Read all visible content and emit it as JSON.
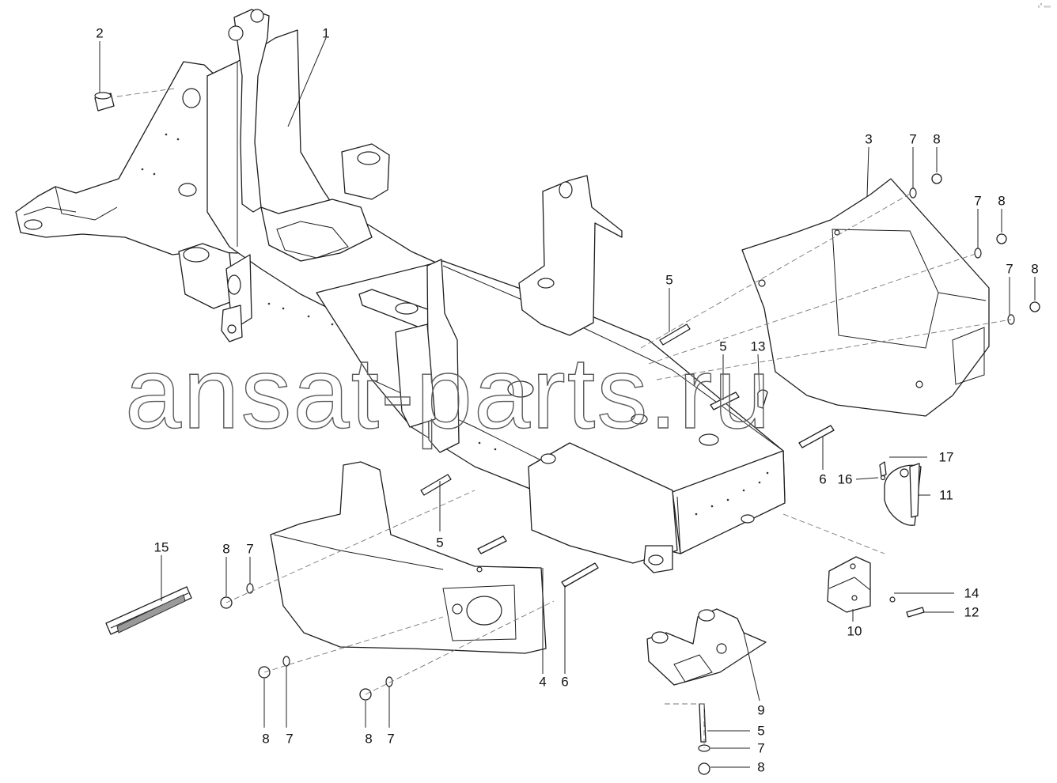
{
  "corner_mark": "₀⁰ ₀₀₀",
  "watermark": "ansat-parts.ru",
  "callouts": [
    {
      "id": "c-1",
      "label": "1"
    },
    {
      "id": "c-2",
      "label": "2"
    },
    {
      "id": "c-3",
      "label": "3"
    },
    {
      "id": "c-7a",
      "label": "7"
    },
    {
      "id": "c-8a",
      "label": "8"
    },
    {
      "id": "c-7b",
      "label": "7"
    },
    {
      "id": "c-8b",
      "label": "8"
    },
    {
      "id": "c-7c",
      "label": "7"
    },
    {
      "id": "c-8c",
      "label": "8"
    },
    {
      "id": "c-5a",
      "label": "5"
    },
    {
      "id": "c-5b",
      "label": "5"
    },
    {
      "id": "c-13",
      "label": "13"
    },
    {
      "id": "c-6a",
      "label": "6"
    },
    {
      "id": "c-17",
      "label": "17"
    },
    {
      "id": "c-16",
      "label": "16"
    },
    {
      "id": "c-11",
      "label": "11"
    },
    {
      "id": "c-15",
      "label": "15"
    },
    {
      "id": "c-8d",
      "label": "8"
    },
    {
      "id": "c-7d",
      "label": "7"
    },
    {
      "id": "c-5c",
      "label": "5"
    },
    {
      "id": "c-14",
      "label": "14"
    },
    {
      "id": "c-12",
      "label": "12"
    },
    {
      "id": "c-10",
      "label": "10"
    },
    {
      "id": "c-4",
      "label": "4"
    },
    {
      "id": "c-6b",
      "label": "6"
    },
    {
      "id": "c-9",
      "label": "9"
    },
    {
      "id": "c-8e",
      "label": "8"
    },
    {
      "id": "c-7e",
      "label": "7"
    },
    {
      "id": "c-8f",
      "label": "8"
    },
    {
      "id": "c-7f",
      "label": "7"
    },
    {
      "id": "c-5d",
      "label": "5"
    },
    {
      "id": "c-7g",
      "label": "7"
    },
    {
      "id": "c-8g",
      "label": "8"
    }
  ]
}
